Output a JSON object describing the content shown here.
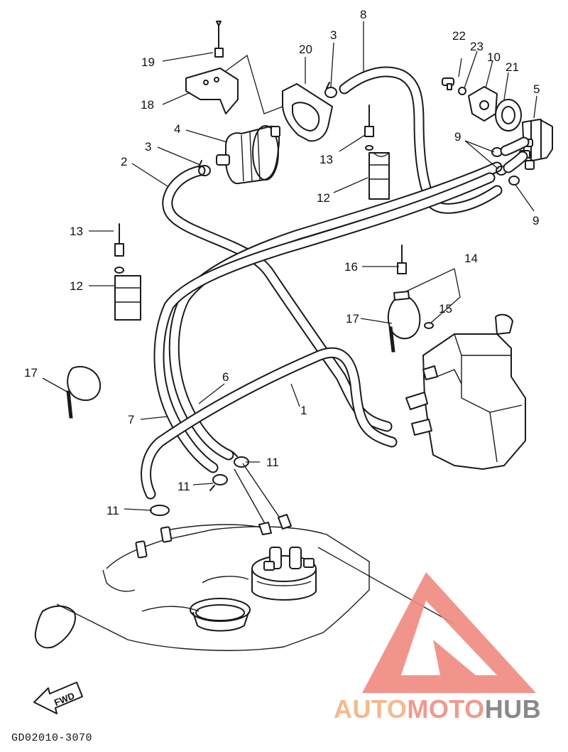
{
  "callouts": {
    "c1": "1",
    "c2": "2",
    "c3a": "3",
    "c3b": "3",
    "c4": "4",
    "c5": "5",
    "c6": "6",
    "c7": "7",
    "c8": "8",
    "c9a": "9",
    "c9b": "9",
    "c10": "10",
    "c11a": "11",
    "c11b": "11",
    "c11c": "11",
    "c12a": "12",
    "c12b": "12",
    "c13a": "13",
    "c13b": "13",
    "c14": "14",
    "c15": "15",
    "c16": "16",
    "c17a": "17",
    "c17b": "17",
    "c18": "18",
    "c19": "19",
    "c20": "20",
    "c21": "21",
    "c22": "22",
    "c23": "23"
  },
  "fwd_label": "FWD",
  "diagram_code": "GD02010-3070",
  "watermark": {
    "part1": "AUTO",
    "part2": "MOTO",
    "part3": "HUB"
  },
  "colors": {
    "watermark_red": "#f08a80",
    "watermark_orange": "#f6b88e",
    "watermark_gray": "#8a8a8a",
    "line": "#1a1a1a"
  }
}
